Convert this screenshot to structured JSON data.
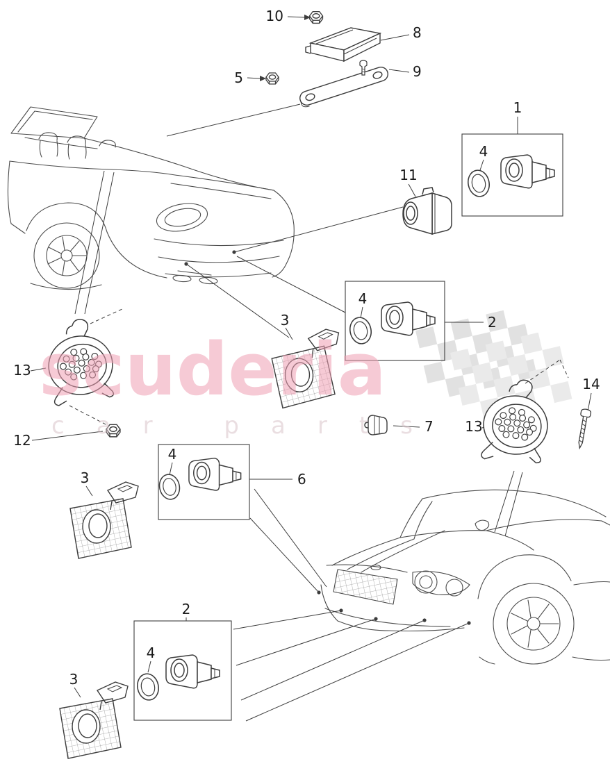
{
  "watermark": {
    "brand": "scuderia",
    "tagline": "car parts",
    "brand_color": "#ef9fb3",
    "tagline_color": "#d9c4ca"
  },
  "colors": {
    "line": "#3c3c3c",
    "checker": "#c9c9c9",
    "background": "#ffffff"
  },
  "callouts": {
    "c1": "1",
    "c2a": "2",
    "c2b": "2",
    "c3a": "3",
    "c3b": "3",
    "c3c": "3",
    "c4a": "4",
    "c4b": "4",
    "c4c": "4",
    "c4d": "4",
    "c5": "5",
    "c6": "6",
    "c7": "7",
    "c8": "8",
    "c9": "9",
    "c10": "10",
    "c11": "11",
    "c12": "12",
    "c13a": "13",
    "c13b": "13",
    "c14": "14"
  }
}
